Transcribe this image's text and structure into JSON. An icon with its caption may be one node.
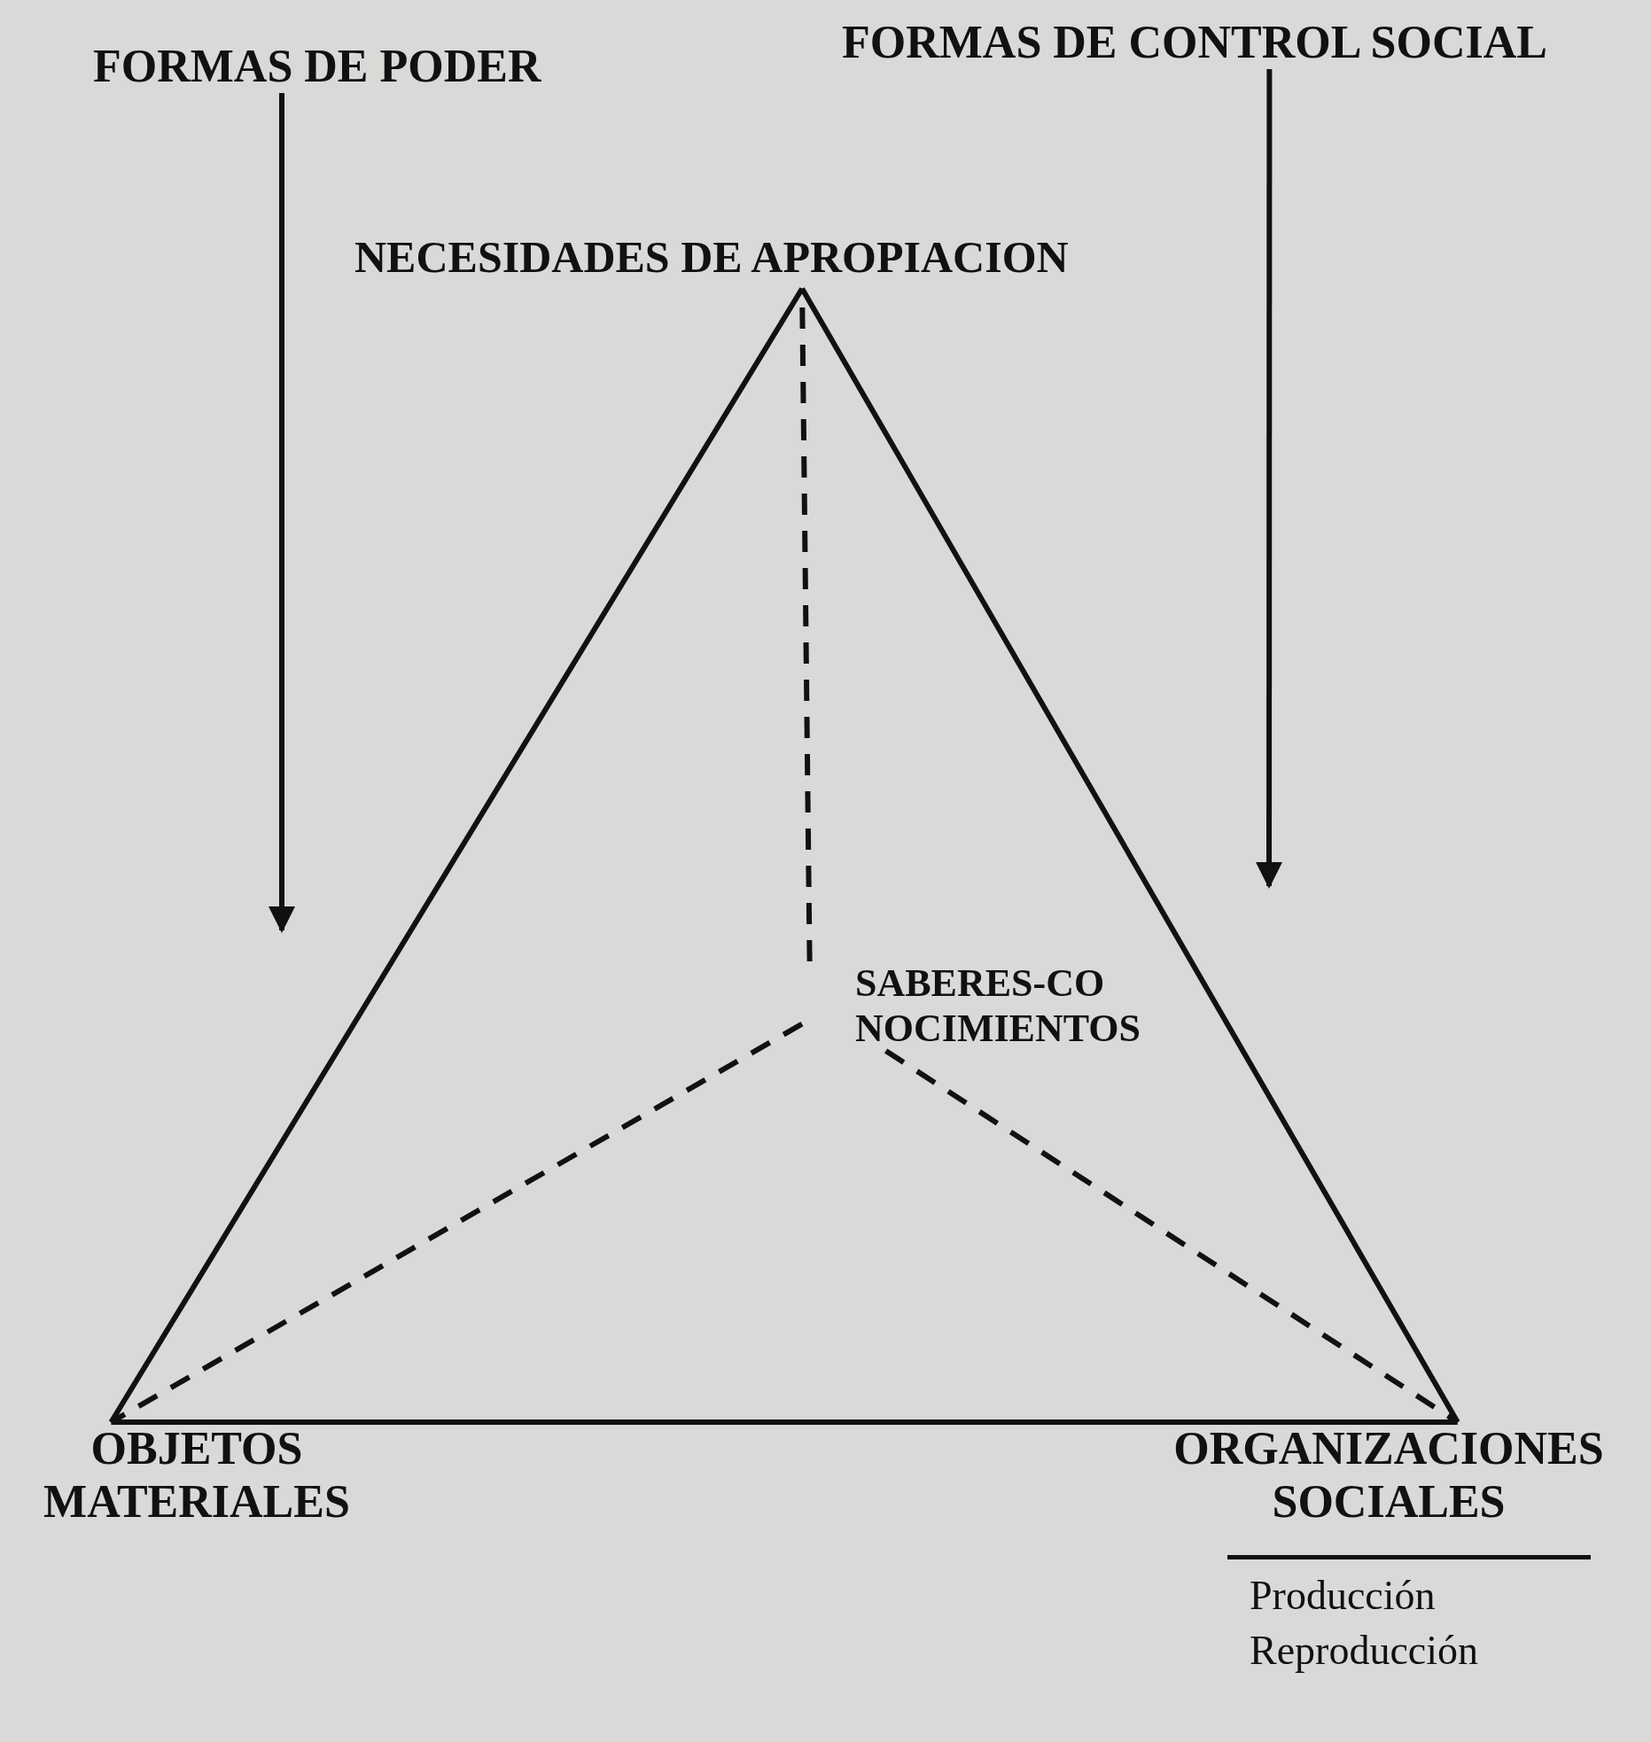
{
  "diagram": {
    "nodes": [
      {
        "text": [
          "FORMAS DE PODER"
        ]
      },
      {
        "text": [
          "FORMAS DE CONTROL SOCIAL"
        ]
      },
      {
        "text": [
          "NECESIDADES DE APROPIACION"
        ]
      },
      {
        "text": [
          "SABERES-CO NOCIMIENTOS"
        ]
      },
      {
        "text": [
          "OBJETOS MATERIALES"
        ]
      },
      {
        "text": [
          "ORGANIZACIONES SOCIALES"
        ],
        "beside": [
          "Producción",
          "Reproducción"
        ]
      }
    ],
    "edges": [
      {
        "from": 0,
        "to": null,
        "arrow": "to"
      },
      {
        "from": 1,
        "to": null,
        "arrow": "to"
      },
      {
        "from": 2,
        "to": 4,
        "arrow": "none"
      },
      {
        "from": 2,
        "to": 5,
        "arrow": "none"
      },
      {
        "from": 4,
        "to": 5,
        "arrow": "none"
      },
      {
        "from": 3,
        "to": 2,
        "arrow": "none",
        "style": "dashed"
      },
      {
        "from": 3,
        "to": 4,
        "arrow": "none",
        "style": "dashed"
      },
      {
        "from": 3,
        "to": 5,
        "arrow": "none",
        "style": "dashed"
      }
    ]
  }
}
